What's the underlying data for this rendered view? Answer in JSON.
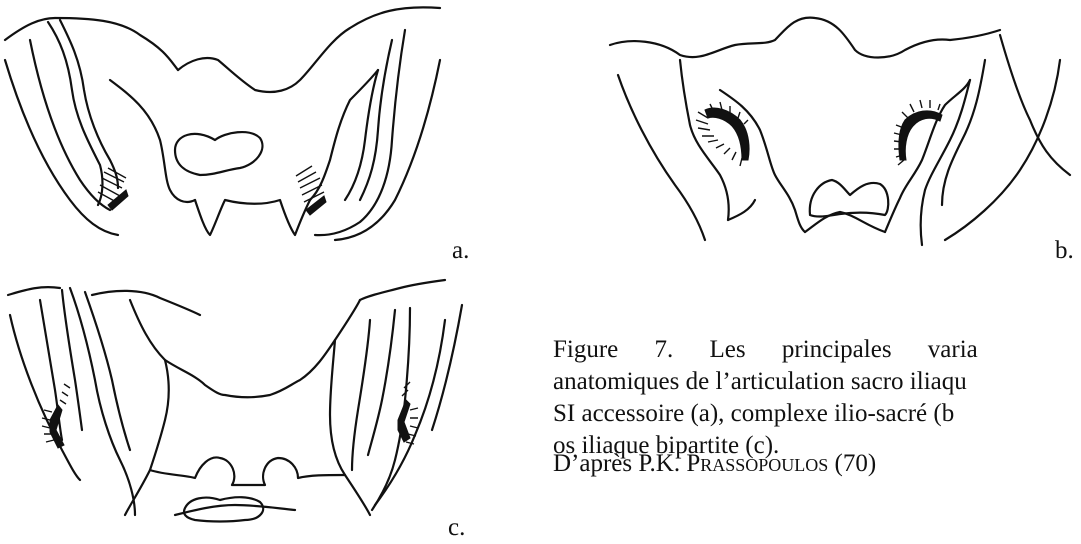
{
  "figure": {
    "panels": [
      {
        "id": "a",
        "label": "a.",
        "depiction": "accessory SI joint"
      },
      {
        "id": "b",
        "label": "b.",
        "depiction": "ilio-sacral complex"
      },
      {
        "id": "c",
        "label": "c.",
        "depiction": "bipartite iliac bone"
      }
    ],
    "caption": {
      "line1": "Figure 7. Les principales varia",
      "line2": "anatomiques de l’articulation sacro iliaqu",
      "line3": "SI accessoire (a), complexe ilio-sacré (b",
      "line4": "os iliaque bipartite (c)."
    },
    "credit": {
      "prefix": "D’après P.K. ",
      "author": "Prassopoulos",
      "ref": " (70)"
    }
  }
}
